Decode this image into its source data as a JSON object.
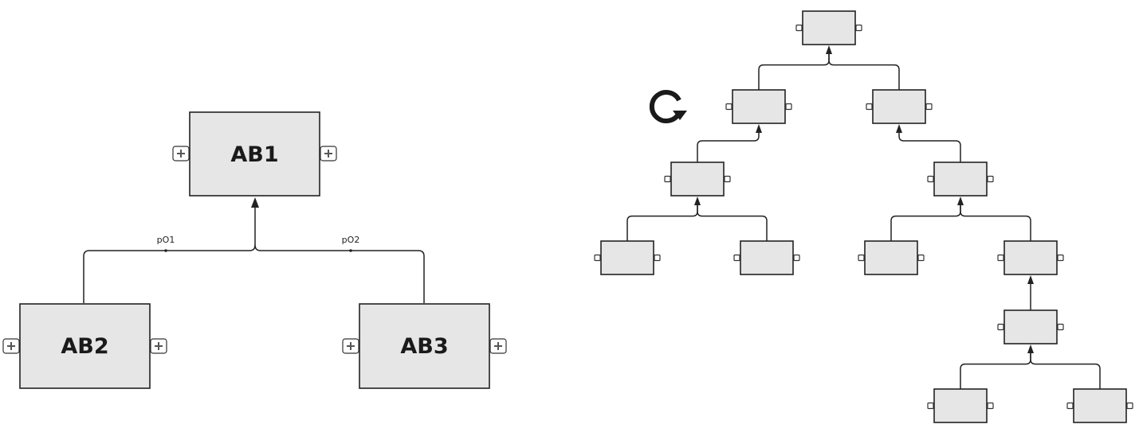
{
  "left_diagram": {
    "nodes": [
      {
        "id": "ab1",
        "label": "AB1"
      },
      {
        "id": "ab2",
        "label": "AB2"
      },
      {
        "id": "ab3",
        "label": "AB3"
      }
    ],
    "edges": [
      {
        "from": "ab2",
        "to": "ab1",
        "label": "pO1"
      },
      {
        "from": "ab3",
        "to": "ab1",
        "label": "pO2"
      }
    ]
  },
  "right_diagram": {
    "nodes": [
      "n1",
      "n2",
      "n3",
      "n4",
      "n5",
      "n6",
      "n7",
      "n8",
      "n9",
      "n10",
      "n11",
      "n12",
      "n13",
      "n14"
    ],
    "edges": [
      {
        "from": "n2",
        "to": "n1"
      },
      {
        "from": "n3",
        "to": "n1"
      },
      {
        "from": "n4",
        "to": "n2"
      },
      {
        "from": "n5",
        "to": "n3"
      },
      {
        "from": "n6",
        "to": "n4"
      },
      {
        "from": "n7",
        "to": "n4"
      },
      {
        "from": "n8",
        "to": "n5"
      },
      {
        "from": "n9",
        "to": "n5"
      },
      {
        "from": "n10",
        "to": "n9"
      },
      {
        "from": "n11",
        "to": "n10"
      },
      {
        "from": "n12",
        "to": "n10"
      }
    ]
  },
  "icons": {
    "layout_toggle": "rotate-clockwise-icon",
    "port": "plus-icon"
  },
  "colors": {
    "node_fill": "#e6e6e6",
    "stroke": "#222222"
  }
}
